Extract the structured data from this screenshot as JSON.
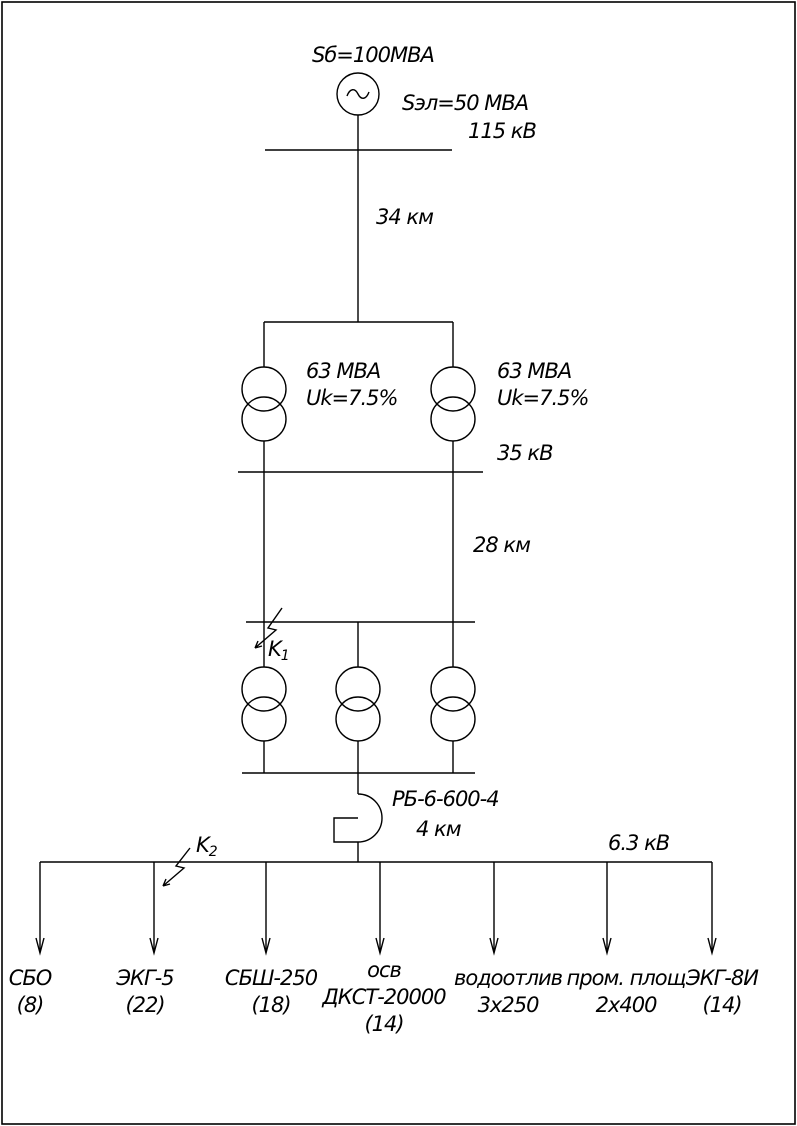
{
  "source": {
    "sb_label": "Sб=100MBA",
    "sel_label": "Sэл=50 МВА",
    "voltage_115": "115 кВ",
    "symbol": "~"
  },
  "line_115": {
    "length": "34 км"
  },
  "transformers_35": [
    {
      "rating": "63 МВА",
      "uk": "Uk=7.5%"
    },
    {
      "rating": "63 МВА",
      "uk": "Uk=7.5%"
    }
  ],
  "bus_35": {
    "voltage": "35 кВ"
  },
  "line_35": {
    "length": "28 км"
  },
  "fault_k1": {
    "label": "K",
    "sub": "1"
  },
  "reactor": {
    "type": "РБ-6-600-4",
    "cable": "4 км"
  },
  "bus_6": {
    "voltage": "6.3 кВ"
  },
  "fault_k2": {
    "label": "K",
    "sub": "2"
  },
  "loads": [
    {
      "line1": "СБО",
      "line2": "(8)",
      "line3": ""
    },
    {
      "line1": "ЭКГ-5",
      "line2": "(22)",
      "line3": ""
    },
    {
      "line1": "СБШ-250",
      "line2": "(18)",
      "line3": ""
    },
    {
      "line1": "осв",
      "line2": "ДКСТ-20000",
      "line3": "(14)"
    },
    {
      "line1": "водоотлив",
      "line2": "3x250",
      "line3": ""
    },
    {
      "line1": "пром. площ",
      "line2": "2x400",
      "line3": ""
    },
    {
      "line1": "ЭКГ-8И",
      "line2": "(14)",
      "line3": ""
    }
  ]
}
